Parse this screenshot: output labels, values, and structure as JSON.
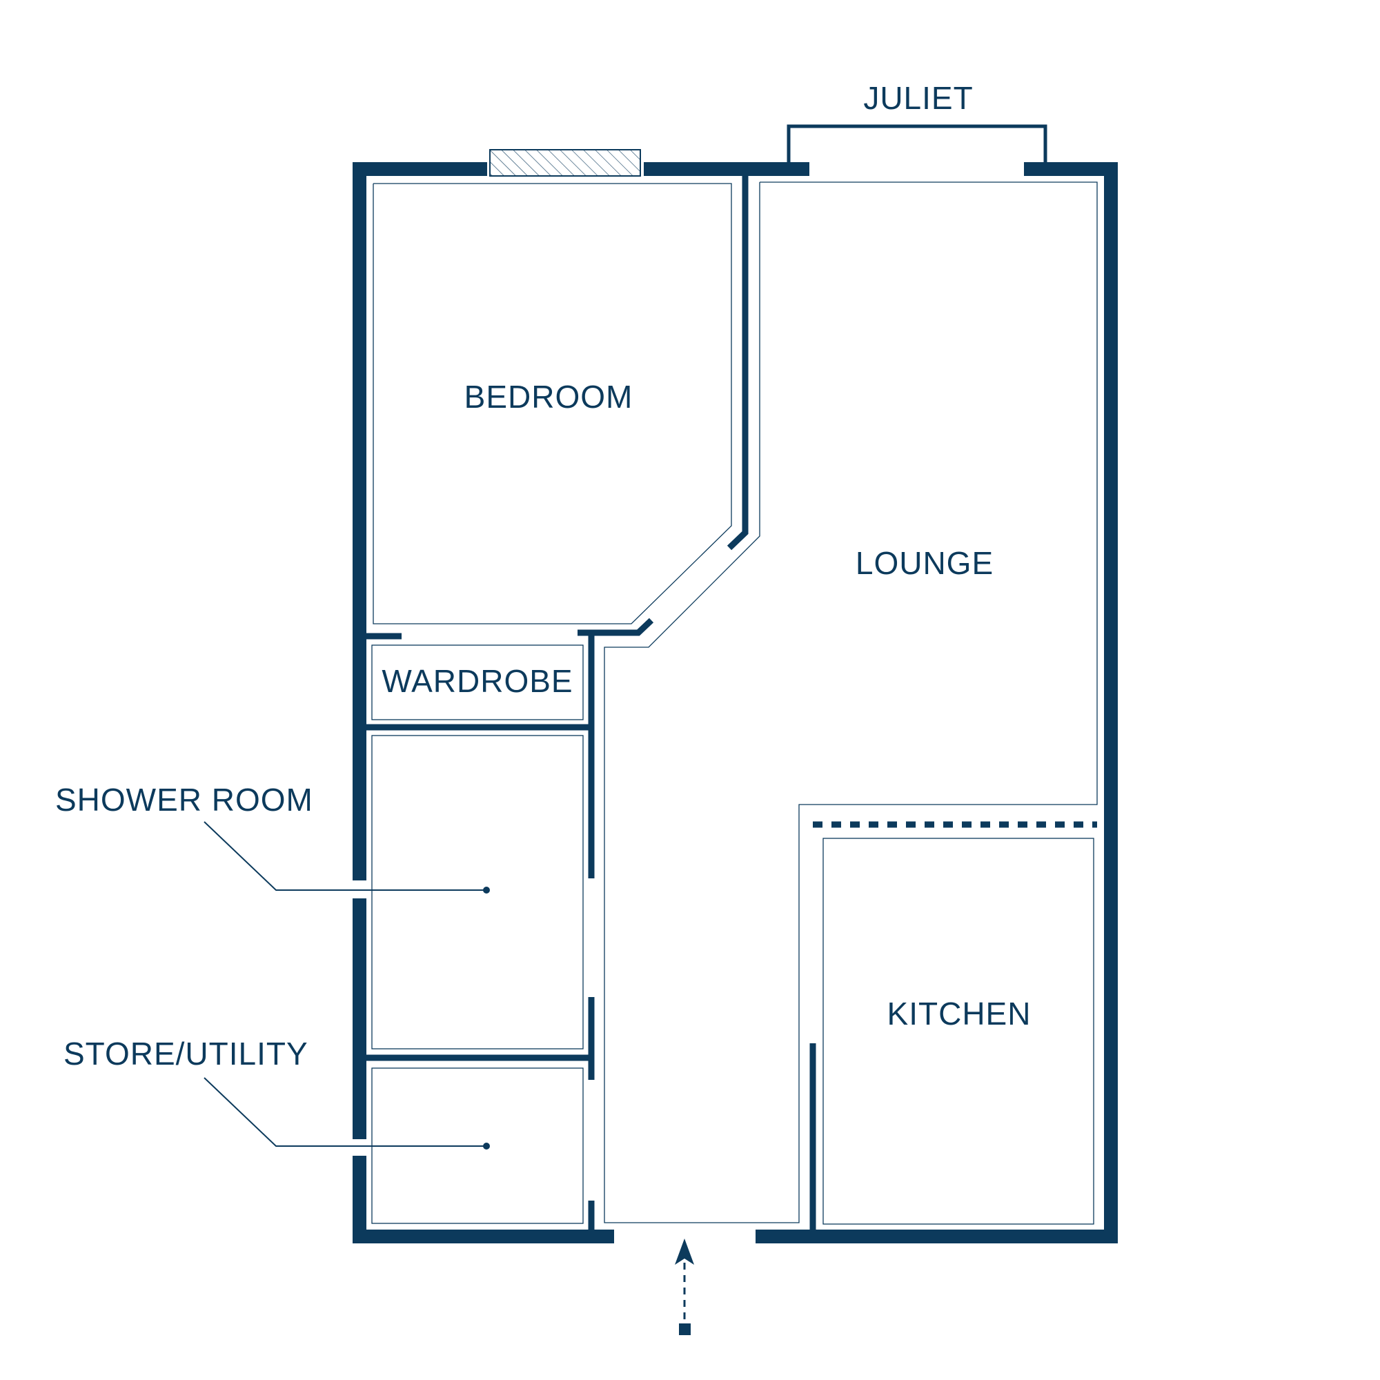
{
  "colors": {
    "wall": "#0c3a5c",
    "line": "#0c3a5c",
    "background": "#ffffff"
  },
  "labels": {
    "juliet": "JULIET",
    "bedroom": "BEDROOM",
    "lounge": "LOUNGE",
    "wardrobe": "WARDROBE",
    "shower_room": "SHOWER ROOM",
    "store_utility": "STORE/UTILITY",
    "kitchen": "KITCHEN"
  },
  "icons": {
    "entrance": "entrance-arrow-icon",
    "window": "hatched-window-icon"
  }
}
